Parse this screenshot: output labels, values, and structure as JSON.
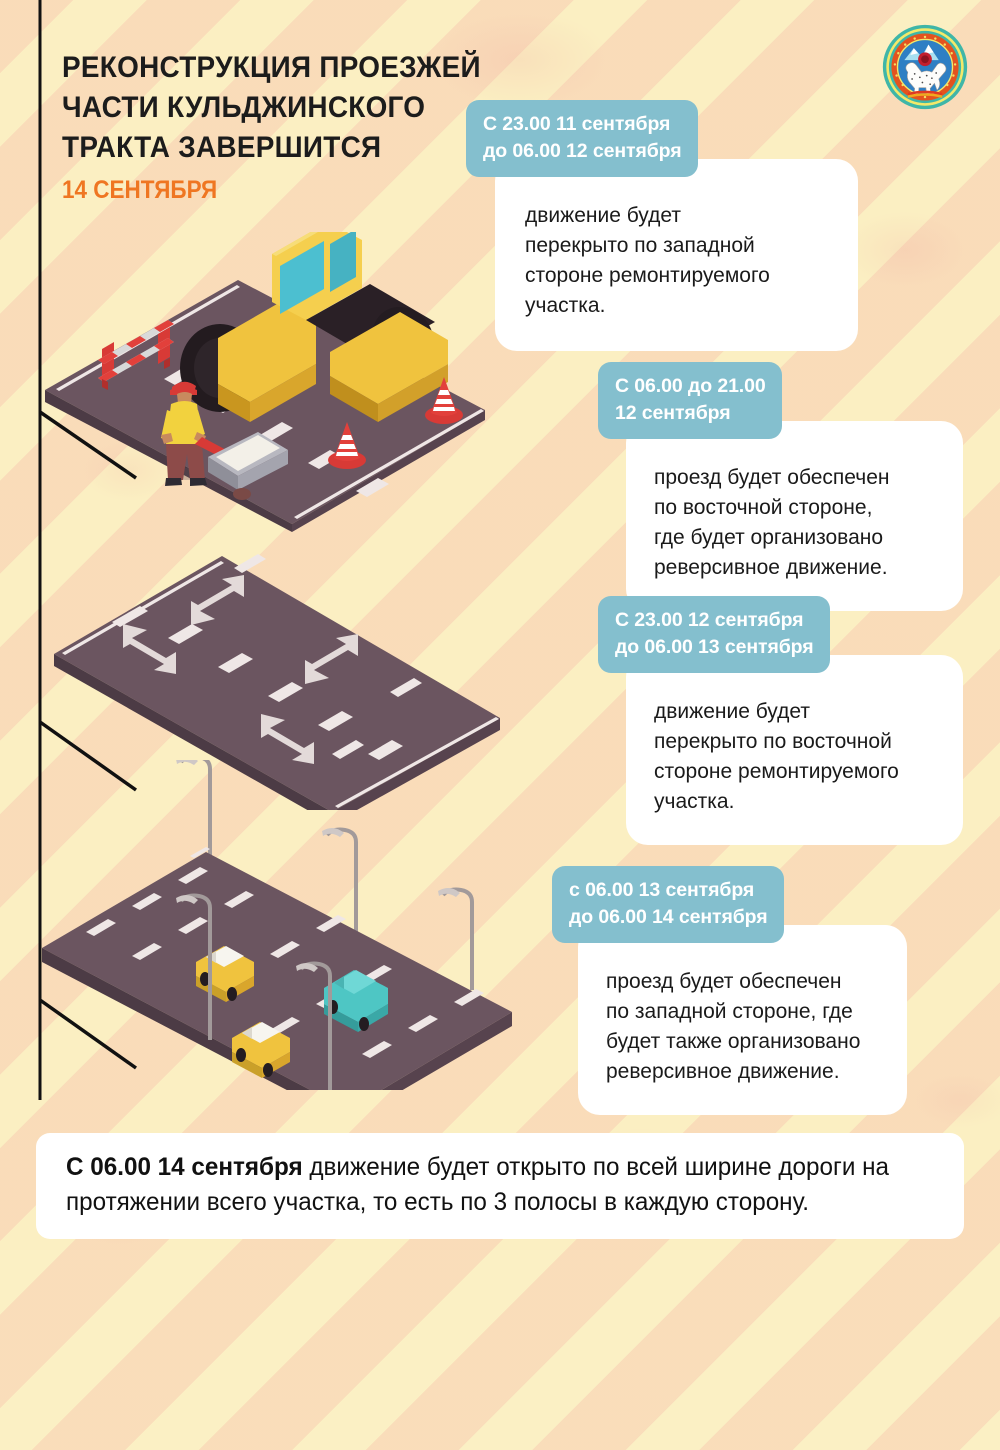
{
  "page": {
    "background_color": "#fbefc2",
    "stripe_color": "#f8cdb2",
    "accent_orange": "#ef7622",
    "badge_color": "#84bfce",
    "card_color": "#ffffff",
    "asphalt_color": "#6b5560",
    "marking_color": "#efe7e6"
  },
  "title": {
    "line1": "РЕКОНСТРУКЦИЯ ПРОЕЗЖЕЙ",
    "line2": "ЧАСТИ КУЛЬДЖИНСКОГО",
    "line3": "ТРАКТА ЗАВЕРШИТСЯ",
    "date": "14 СЕНТЯБРЯ"
  },
  "emblem": {
    "name": "almaty-city-emblem",
    "ring_outer": "#3fb6a8",
    "ring_inner": "#f0a81e",
    "field": "#2e7fc4",
    "leopard": "#fdfdfb",
    "rose": "#c21f2e",
    "mountain": "#8fd2e8"
  },
  "cards": [
    {
      "id": "card-1",
      "badge": "С 23.00 11 сентября\nдо 06.00 12 сентября",
      "body": "движение будет\nперекрыто по западной\nстороне ремонтируемого\nучастка."
    },
    {
      "id": "card-2",
      "badge": "С 06.00 до 21.00\n12 сентября",
      "body": "проезд будет обеспечен\nпо восточной стороне,\nгде будет организовано\nреверсивное движение."
    },
    {
      "id": "card-3",
      "badge": "С 23.00 12 сентября\nдо 06.00 13 сентября",
      "body": "движение будет\nперекрыто по восточной\nстороне ремонтируемого\nучастка."
    },
    {
      "id": "card-4",
      "badge": "с 06.00 13 сентября\nдо 06.00 14 сентября",
      "body": "проезд будет обеспечен\nпо западной стороне, где\nбудет также организовано\nреверсивное движение."
    }
  ],
  "bottom_banner": {
    "bold_lead": "С 06.00 14 сентября",
    "rest": " движение будет открыто по всей ширине дороги на протяжении всего участка, то есть по 3 полосы в каждую сторону."
  },
  "illustrations": [
    {
      "id": "illus-roadwork",
      "name": "road-repair-scene",
      "elements": [
        "road-roller",
        "worker-with-wheelbarrow",
        "road-barrier",
        "traffic-cone",
        "traffic-cone"
      ]
    },
    {
      "id": "illus-reverse",
      "name": "reversible-lane-scene",
      "elements": [
        "arrow-up",
        "arrow-down",
        "arrow-up",
        "arrow-down"
      ]
    },
    {
      "id": "illus-openroad",
      "name": "open-road-scene",
      "elements": [
        "yellow-car",
        "yellow-car",
        "teal-car",
        "street-lamp",
        "street-lamp",
        "street-lamp",
        "street-lamp"
      ]
    }
  ]
}
